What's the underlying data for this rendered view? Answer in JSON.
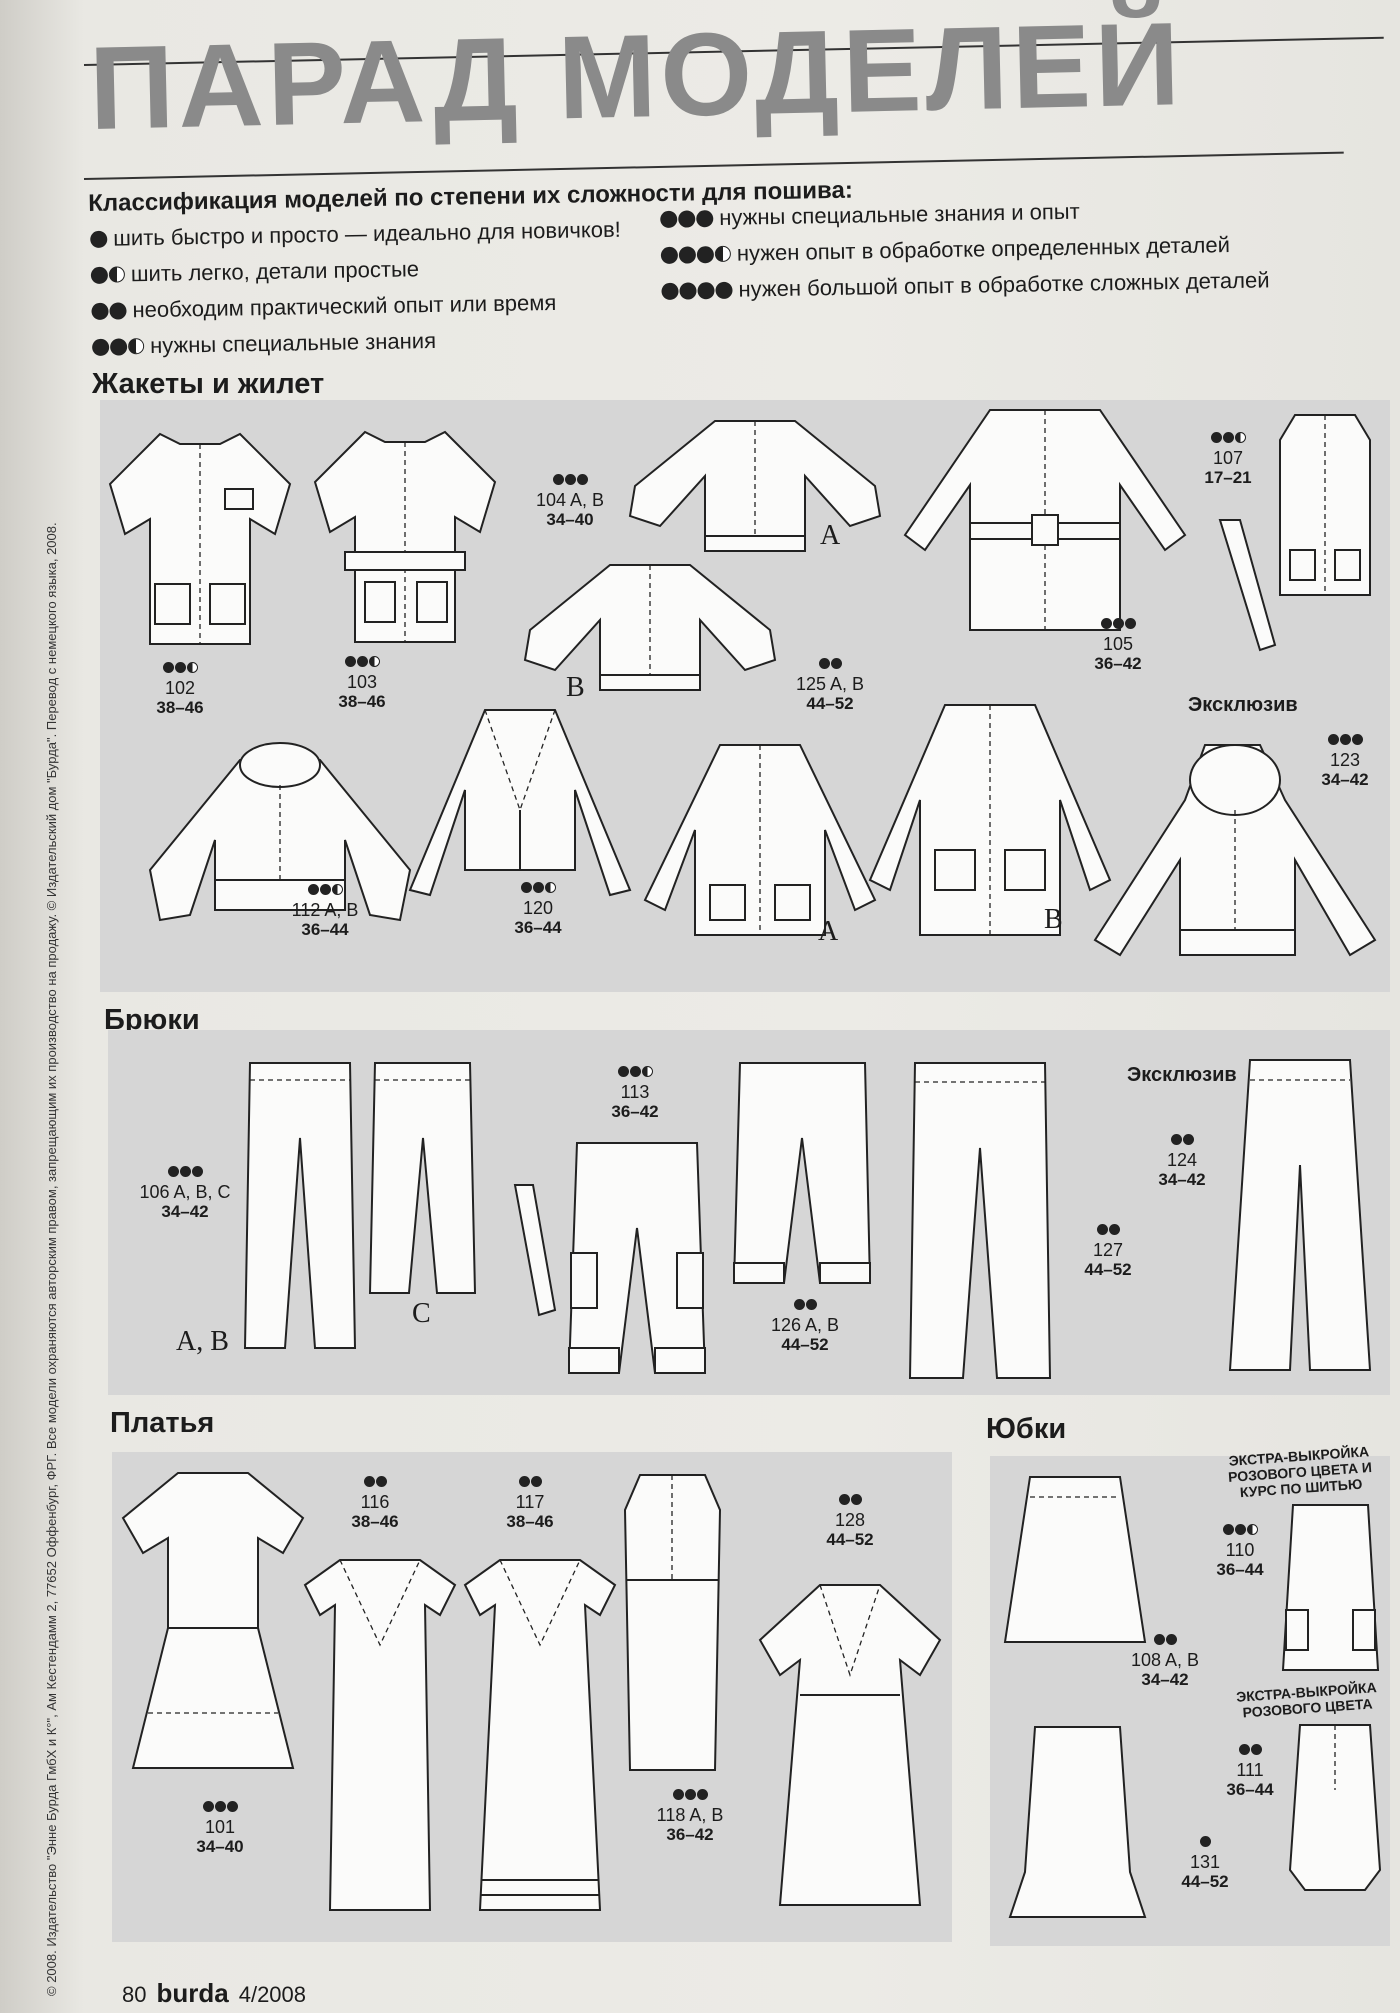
{
  "title": "ПАРАД МОДЕЛЕЙ",
  "copyright": "© 2008. Издательство \"Энне Бурда ГмбХ и К°\", Ам Кестендамм 2, 77652 Оффенбург, ФРГ. Все модели охраняются авторским правом, запрещающим их производство на продажу. © Издательский дом \"Бурда\". Перевод с немецкого языка, 2008.",
  "legend": {
    "title": "Классификация моделей по степени их сложности для пошива:",
    "left": [
      {
        "level": "1",
        "text": "шить быстро и просто — идеально для новичков!"
      },
      {
        "level": "1.5",
        "text": "шить легко, детали простые"
      },
      {
        "level": "2",
        "text": "необходим практический опыт или время"
      },
      {
        "level": "2.5",
        "text": "нужны специальные знания"
      }
    ],
    "right": [
      {
        "level": "3",
        "text": "нужны специальные знания и опыт"
      },
      {
        "level": "3.5",
        "text": "нужен опыт в обработке определенных деталей"
      },
      {
        "level": "4",
        "text": "нужен большой опыт в обработке сложных деталей"
      }
    ]
  },
  "sections": {
    "jackets": "Жакеты и жилет",
    "trousers": "Брюки",
    "dresses": "Платья",
    "skirts": "Юбки"
  },
  "exclusive": "Эксклюзив",
  "notes": {
    "extra_course": "ЭКСТРА-ВЫКРОЙКА РОЗОВОГО ЦВЕТА И КУРС ПО ШИТЬЮ",
    "extra_pink": "ЭКСТРА-ВЫКРОЙКА РОЗОВОГО ЦВЕТА"
  },
  "variant_letters": {
    "a": "A",
    "b": "B",
    "c": "C",
    "ab": "A, B"
  },
  "models": {
    "m102": {
      "level": "2.5",
      "num": "102",
      "sizes": "38–46"
    },
    "m103": {
      "level": "2.5",
      "num": "103",
      "sizes": "38–46"
    },
    "m104": {
      "level": "3",
      "num": "104 A, B",
      "sizes": "34–40"
    },
    "m105": {
      "level": "3",
      "num": "105",
      "sizes": "36–42"
    },
    "m107": {
      "level": "2.5",
      "num": "107",
      "sizes": "17–21"
    },
    "m125": {
      "level": "2",
      "num": "125 A, B",
      "sizes": "44–52"
    },
    "m112": {
      "level": "2.5",
      "num": "112 A, B",
      "sizes": "36–44"
    },
    "m120": {
      "level": "2.5",
      "num": "120",
      "sizes": "36–44"
    },
    "m123": {
      "level": "3",
      "num": "123",
      "sizes": "34–42"
    },
    "m106": {
      "level": "3",
      "num": "106 A, B, C",
      "sizes": "34–42"
    },
    "m113": {
      "level": "2.5",
      "num": "113",
      "sizes": "36–42"
    },
    "m126": {
      "level": "2",
      "num": "126 A, B",
      "sizes": "44–52"
    },
    "m127": {
      "level": "2",
      "num": "127",
      "sizes": "44–52"
    },
    "m124": {
      "level": "2",
      "num": "124",
      "sizes": "34–42"
    },
    "m101": {
      "level": "3",
      "num": "101",
      "sizes": "34–40"
    },
    "m116": {
      "level": "2",
      "num": "116",
      "sizes": "38–46"
    },
    "m117": {
      "level": "2",
      "num": "117",
      "sizes": "38–46"
    },
    "m118": {
      "level": "3",
      "num": "118 A, B",
      "sizes": "36–42"
    },
    "m128": {
      "level": "2",
      "num": "128",
      "sizes": "44–52"
    },
    "m110": {
      "level": "2.5",
      "num": "110",
      "sizes": "36–44"
    },
    "m108": {
      "level": "2",
      "num": "108 A, B",
      "sizes": "34–42"
    },
    "m111": {
      "level": "2",
      "num": "111",
      "sizes": "36–44"
    },
    "m131": {
      "level": "1",
      "num": "131",
      "sizes": "44–52"
    }
  },
  "footer": {
    "page": "80",
    "brand": "burda",
    "issue": "4/2008"
  }
}
